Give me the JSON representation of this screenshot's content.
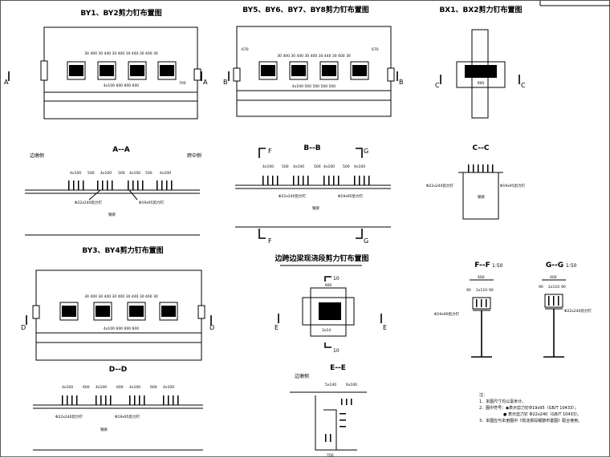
{
  "titles": {
    "by1_by2": "BY1、BY2剪力钉布置图",
    "by5_by8": "BY5、BY6、BY7、BY8剪力钉布置图",
    "bx1_bx2": "BX1、BX2剪力钉布置图",
    "by3_by4": "BY3、BY4剪力钉布置图",
    "edge_beam": "边跨边梁现浇段剪力钉布置图"
  },
  "sections": {
    "a": "A--A",
    "b": "B--B",
    "c": "C--C",
    "d": "D--D",
    "e": "E--E",
    "f": "F--F",
    "g": "G--G",
    "scale": "1:50"
  },
  "cut_letters": {
    "a": "A",
    "b": "B",
    "c": "C",
    "d": "D",
    "e": "E",
    "f": "F",
    "g": "G",
    "ten": "10"
  },
  "labels": {
    "side_pier": "边墩侧",
    "mid_span": "跨中侧",
    "stud_22": "Φ22x240剪力钉",
    "stud_19": "Φ19x95剪力钉",
    "stud_19_90": "Φ19x90剪力钉",
    "steel_beam": "钢梁",
    "dim_4x100": "4x100",
    "dim_500": "500",
    "dim_600": "600",
    "dim_900": "900",
    "dim_400": "400",
    "dim_700": "700",
    "dim_670": "670",
    "dim_90": "90",
    "dim_2x110": "2x110",
    "dim_5x140": "5x140",
    "dim_6x100": "6x100",
    "dim_3x14": "3x14",
    "plan_by1": "30 400 30 440 30 400 30 440 30 400 30",
    "plan_by5": "30 400 30 440 30 400 30 440 30 400 30",
    "plan_bot_by1": "4x100   600   600   600",
    "plan_bot_by5": "4x100  500  500  500  500"
  },
  "notes": {
    "heading": "注：",
    "n1": "1．本图尺寸均以毫米计。",
    "n2": "2．图中符号：◆表示剪力钉Φ19x95（GB/T 10433）；",
    "n2b": "● 表示剪力钉  Φ22x240（GB/T 10433）。",
    "n3": "3．本图应与本册图中《现浇梁段钢筋布置图》配合使用。"
  }
}
